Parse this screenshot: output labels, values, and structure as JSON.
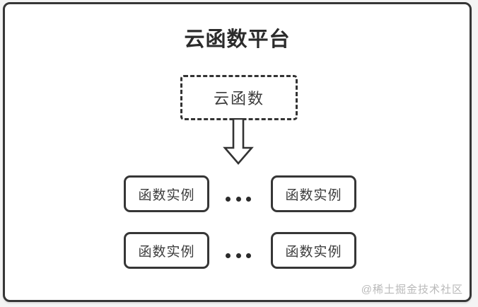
{
  "diagram": {
    "title": "云函数平台",
    "cloud_function_box": {
      "label": "云函数"
    },
    "arrow": {
      "name": "down-arrow",
      "direction": "down"
    },
    "instances": [
      {
        "label": "函数实例"
      },
      {
        "label": "函数实例"
      },
      {
        "label": "函数实例"
      },
      {
        "label": "函数实例"
      }
    ],
    "ellipsis_rows": 2
  },
  "watermark": "@稀土掘金技术社区",
  "colors": {
    "border": "#363636",
    "title_text": "#2b2b2b",
    "label_text": "#3c3c3c",
    "watermark_text": "#b9b9b9",
    "card_background": "#ffffff",
    "page_background": "#f4f4f4"
  }
}
